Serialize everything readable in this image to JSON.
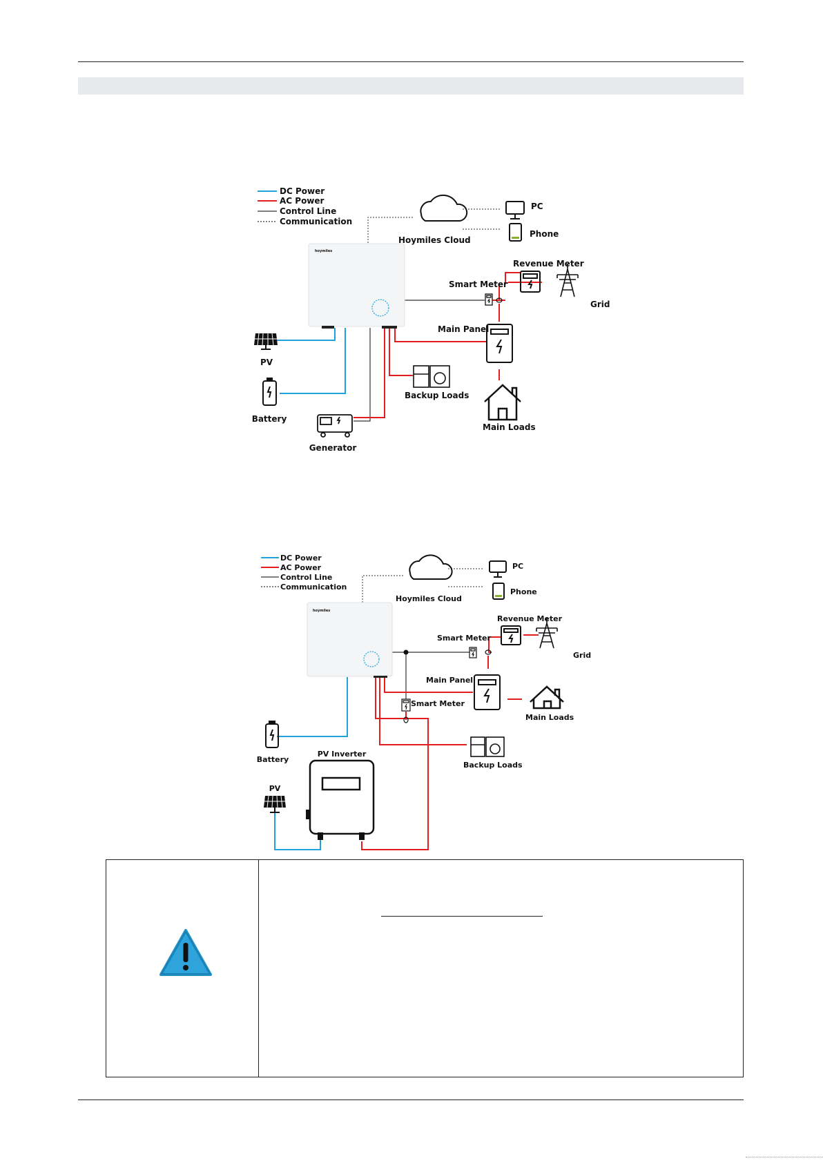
{
  "diagram1": {
    "legend": {
      "dc": "DC Power",
      "ac": "AC Power",
      "control": "Control Line",
      "comm": "Communication"
    },
    "cloud": "Hoymiles Cloud",
    "pc": "PC",
    "phone": "Phone",
    "revenue_meter": "Revenue Meter",
    "smart_meter": "Smart Meter",
    "grid": "Grid",
    "main_panel": "Main Panel",
    "pv": "PV",
    "battery": "Battery",
    "backup_loads": "Backup Loads",
    "main_loads": "Main Loads",
    "generator": "Generator",
    "brand": "hoymiles"
  },
  "diagram2": {
    "legend": {
      "dc": "DC Power",
      "ac": "AC Power",
      "control": "Control Line",
      "comm": "Communication"
    },
    "cloud": "Hoymiles Cloud",
    "pc": "PC",
    "phone": "Phone",
    "revenue_meter": "Revenue Meter",
    "smart_meter_top": "Smart Meter",
    "smart_meter_mid": "Smart Meter",
    "grid": "Grid",
    "main_panel": "Main Panel",
    "main_loads": "Main Loads",
    "battery": "Battery",
    "pv_inverter": "PV Inverter",
    "backup_loads": "Backup Loads",
    "pv": "PV",
    "brand": "hoymiles"
  },
  "colors": {
    "dc": "#1fa2dc",
    "ac": "#e41e1e",
    "control": "#333333",
    "warning": "#2ea3dc"
  }
}
